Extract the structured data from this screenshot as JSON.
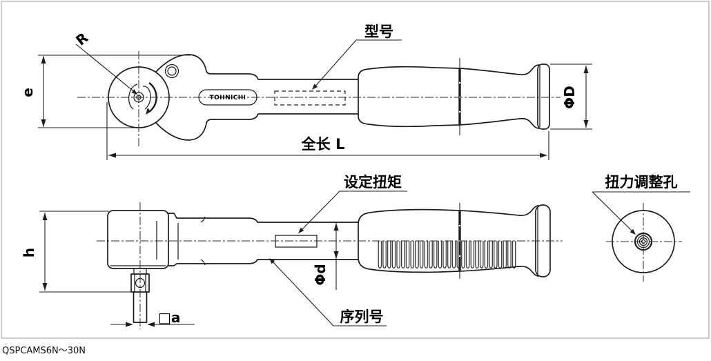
{
  "drawing": {
    "caption": "QSPCAMS6N～30N",
    "brand": "TOHNICHI",
    "labels": {
      "model": "型号",
      "overall_length": "全长 L",
      "set_torque": "设定扭矩",
      "serial_number": "序列号",
      "torque_adjust_hole": "扭力调整孔"
    },
    "dimensions": {
      "head_radius": "R",
      "head_height": "e",
      "handle_diameter": "ΦD",
      "side_height": "h",
      "tube_diameter": "Φd",
      "square_drive": "□a"
    },
    "colors": {
      "line": "#1c1c1c",
      "border": "#b5b5b5"
    }
  }
}
